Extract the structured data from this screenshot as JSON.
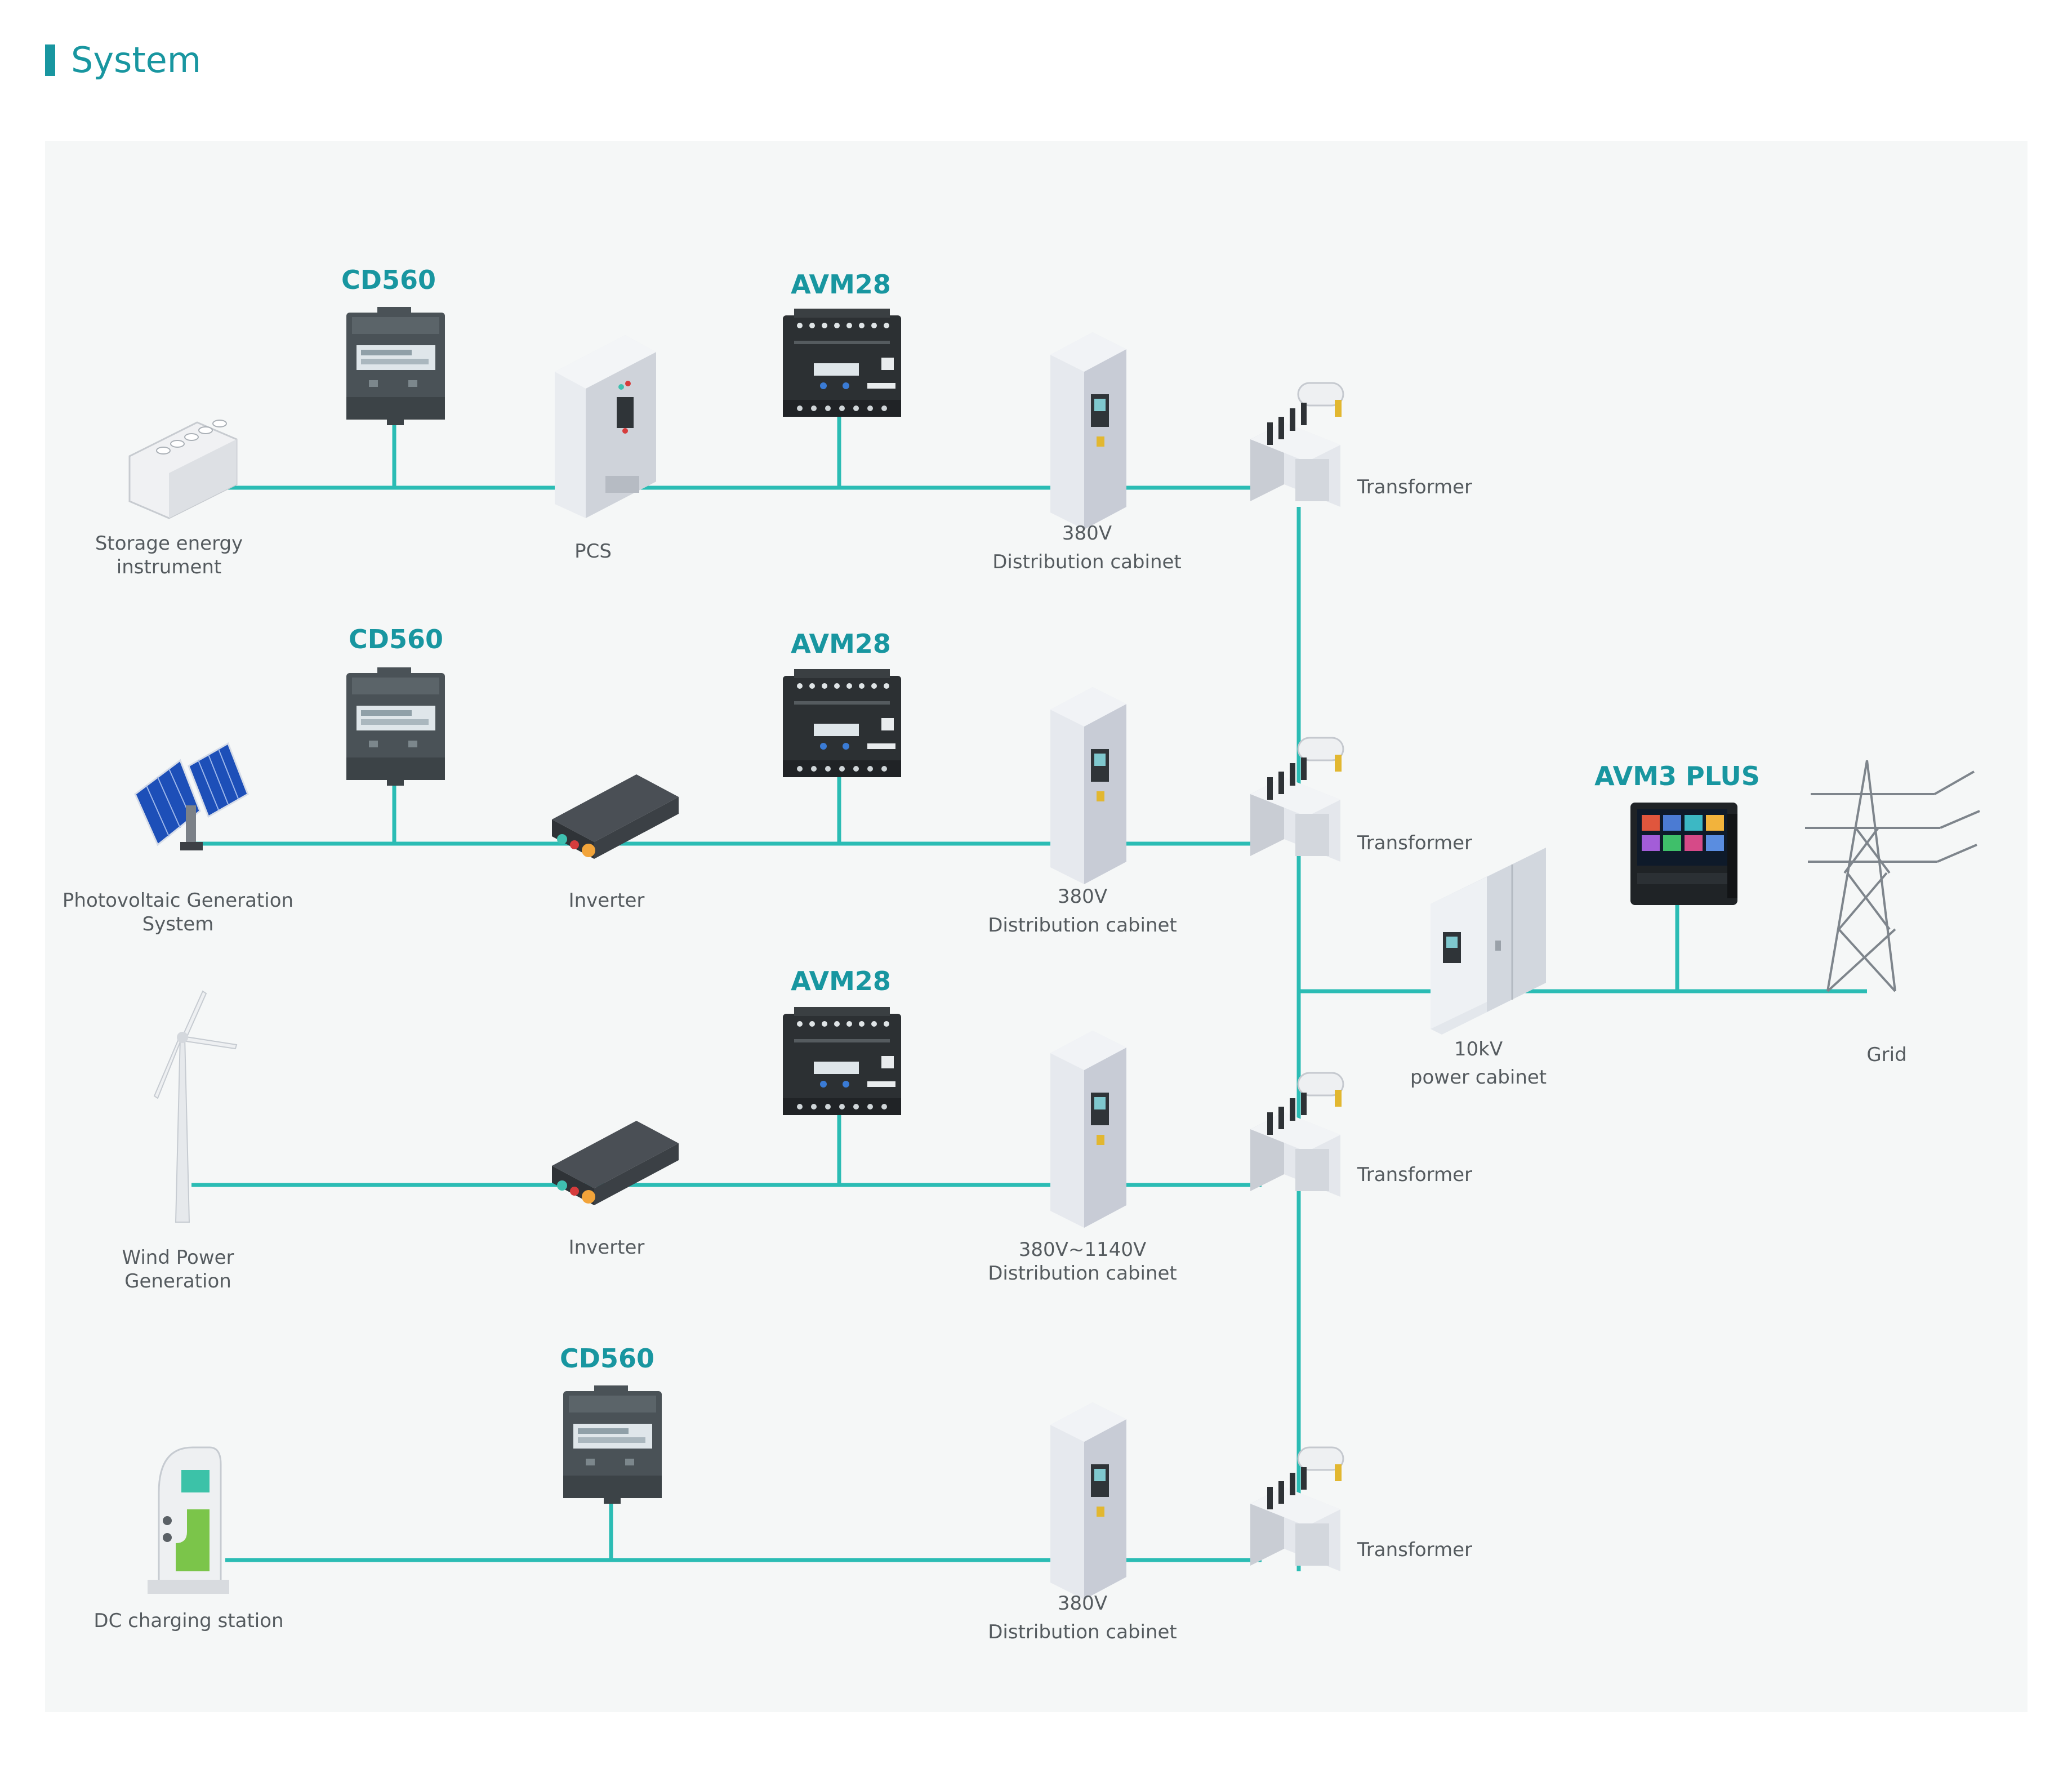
{
  "header": {
    "title": "System"
  },
  "products": {
    "cd560": "CD560",
    "avm28": "AVM28",
    "avm3plus": "AVM3 PLUS"
  },
  "labels": {
    "storage": [
      "Storage energy",
      "instrument"
    ],
    "pcs": "PCS",
    "dist_380": [
      "380V",
      "Distribution cabinet"
    ],
    "dist_380_1140": [
      "380V~1140V",
      "Distribution cabinet"
    ],
    "transformer": "Transformer",
    "pv": [
      "Photovoltaic Generation",
      "System"
    ],
    "inverter": "Inverter",
    "wind": [
      "Wind Power",
      "Generation"
    ],
    "dc_charging": "DC charging station",
    "power_cabinet": [
      "10kV",
      "power cabinet"
    ],
    "grid": "Grid"
  },
  "colors": {
    "accent": "#1896a0",
    "line": "#2bbcb4",
    "panel": "#f5f7f7",
    "label": "#555b5f"
  }
}
